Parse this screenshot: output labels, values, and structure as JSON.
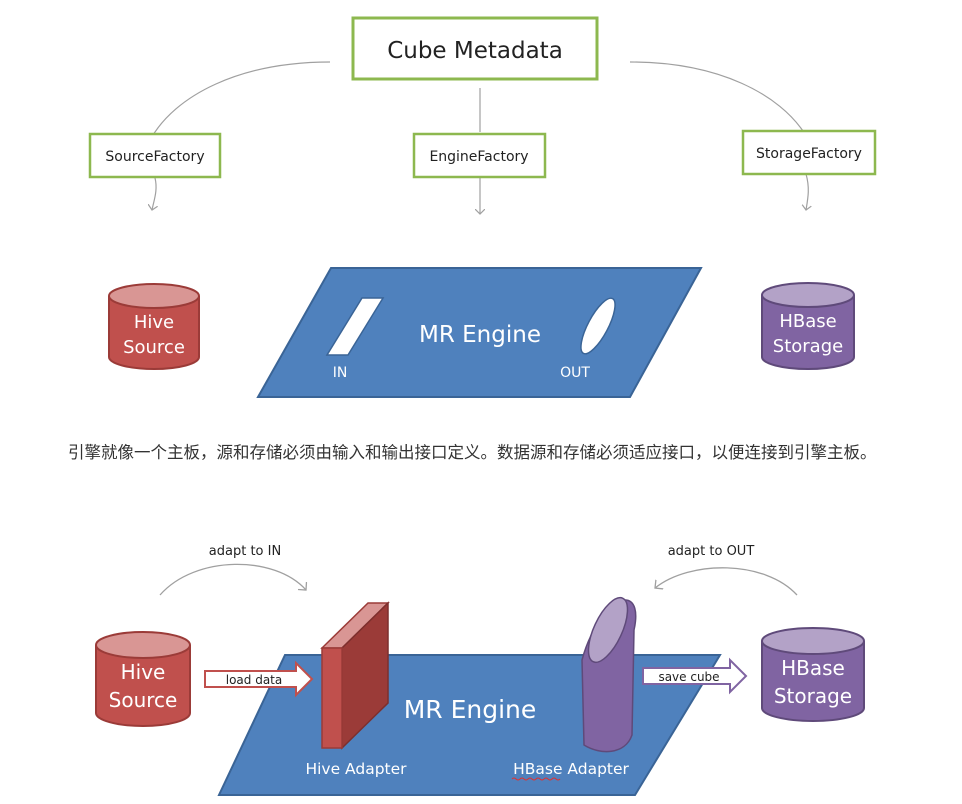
{
  "top": {
    "metadata_label": "Cube Metadata",
    "source_factory": "SourceFactory",
    "engine_factory": "EngineFactory",
    "storage_factory": "StorageFactory",
    "hive_line1": "Hive",
    "hive_line2": "Source",
    "engine_label": "MR Engine",
    "in_label": "IN",
    "out_label": "OUT",
    "hbase_line1": "HBase",
    "hbase_line2": "Storage"
  },
  "caption": {
    "text": "引擎就像一个主板，源和存储必须由输入和输出接口定义。数据源和存储必须适应接口，以便连接到引擎主板。"
  },
  "bottom": {
    "adapt_in": "adapt to IN",
    "adapt_out": "adapt to OUT",
    "hive_line1": "Hive",
    "hive_line2": "Source",
    "load_data": "load data",
    "engine_label": "MR Engine",
    "hive_adapter": "Hive Adapter",
    "hbase_adapter": "HBase Adapter",
    "save_cube": "save cube",
    "hbase_line1": "HBase",
    "hbase_line2": "Storage"
  },
  "colors": {
    "green_border": "#8db84f",
    "engine_fill": "#4f81bd",
    "engine_stroke": "#3a6496",
    "hive_fill": "#c0504d",
    "hbase_fill": "#8064a2",
    "arrow_gray": "#a0a0a0"
  }
}
